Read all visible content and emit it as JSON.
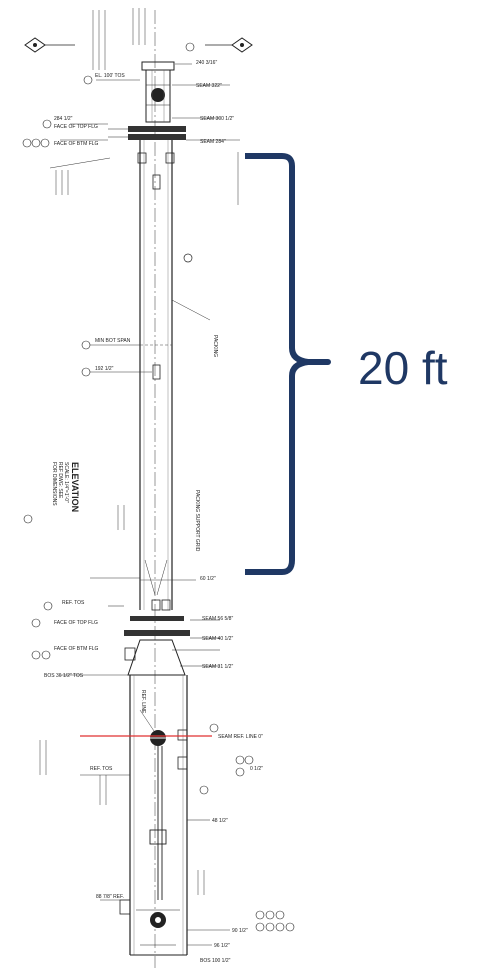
{
  "dimension": {
    "label": "20 ft",
    "color": "#1f3864"
  },
  "elevation": {
    "title": "ELEVATION",
    "sub1": "SCALE: 1/4\"=1'-0\"",
    "sub2": "REF DWG: SEE",
    "sub3": "FOR DIMENSIONS"
  },
  "callouts": {
    "c1": "240 3/16\"",
    "c2": "SEAM 322\"",
    "c3": "SEAM 300 1/2\"",
    "c4": "SEAM 284\"",
    "c5": "284 1/2\"",
    "c6": "FACE OF TOP FLG",
    "c7": "FACE OF BTM FLG",
    "c8": "EL. 100' TOS",
    "c9": "MIN BOT SPAN",
    "c10": "PACKING",
    "c11": "PACKING SUPPORT GRID",
    "c12": "192 1/2\"",
    "c13": "60 1/2\"",
    "c14": "SEAM 56 5/8\"",
    "c15": "SEAM 40 1/2\"",
    "c16": "SEAM 31 1/2\"",
    "c17": "FACE OF TOP FLG",
    "c18": "FACE OF BTM FLG",
    "c19": "REF. TOS",
    "c20": "SEAM REF. LINE 0\"",
    "c21": "0 1/2\"",
    "c22": "48 1/2\"",
    "c23": "88 7/8\" REF.",
    "c24": "90 1/2\"",
    "c25": "96 1/2\"",
    "c26": "BOS 100 1/2\"",
    "c27": "REF. TOS",
    "c28": "BOS 36 1/2\" TOS",
    "c29": "REF. LINE"
  }
}
